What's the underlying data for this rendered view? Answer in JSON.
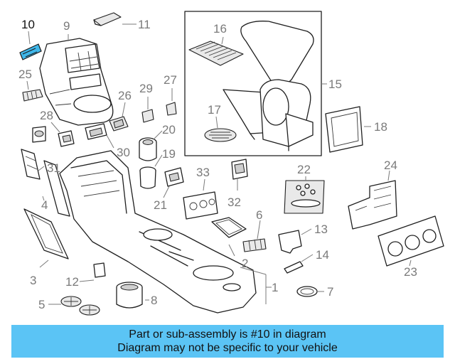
{
  "callouts": [
    {
      "id": "10",
      "label": "10",
      "highlight": true
    },
    {
      "id": "9",
      "label": "9"
    },
    {
      "id": "11",
      "label": "11"
    },
    {
      "id": "16",
      "label": "16"
    },
    {
      "id": "15",
      "label": "15"
    },
    {
      "id": "25",
      "label": "25"
    },
    {
      "id": "27",
      "label": "27"
    },
    {
      "id": "29",
      "label": "29"
    },
    {
      "id": "26",
      "label": "26"
    },
    {
      "id": "17",
      "label": "17"
    },
    {
      "id": "18",
      "label": "18"
    },
    {
      "id": "28",
      "label": "28"
    },
    {
      "id": "20",
      "label": "20"
    },
    {
      "id": "30",
      "label": "30"
    },
    {
      "id": "19",
      "label": "19"
    },
    {
      "id": "31",
      "label": "31"
    },
    {
      "id": "33",
      "label": "33"
    },
    {
      "id": "22",
      "label": "22"
    },
    {
      "id": "24",
      "label": "24"
    },
    {
      "id": "21",
      "label": "21"
    },
    {
      "id": "32",
      "label": "32"
    },
    {
      "id": "4",
      "label": "4"
    },
    {
      "id": "6",
      "label": "6"
    },
    {
      "id": "13",
      "label": "13"
    },
    {
      "id": "14",
      "label": "14"
    },
    {
      "id": "2",
      "label": "2"
    },
    {
      "id": "3",
      "label": "3"
    },
    {
      "id": "12",
      "label": "12"
    },
    {
      "id": "23",
      "label": "23"
    },
    {
      "id": "1",
      "label": "1"
    },
    {
      "id": "5",
      "label": "5"
    },
    {
      "id": "8",
      "label": "8"
    },
    {
      "id": "7",
      "label": "7"
    }
  ],
  "colors": {
    "banner": "#5bc4f5",
    "highlight_part": "#3fb7ea",
    "callout_text": "#7a7a7a"
  },
  "banner": {
    "line1": "Part or sub-assembly is #10 in diagram",
    "line2": "Diagram may not be specific to your vehicle"
  }
}
